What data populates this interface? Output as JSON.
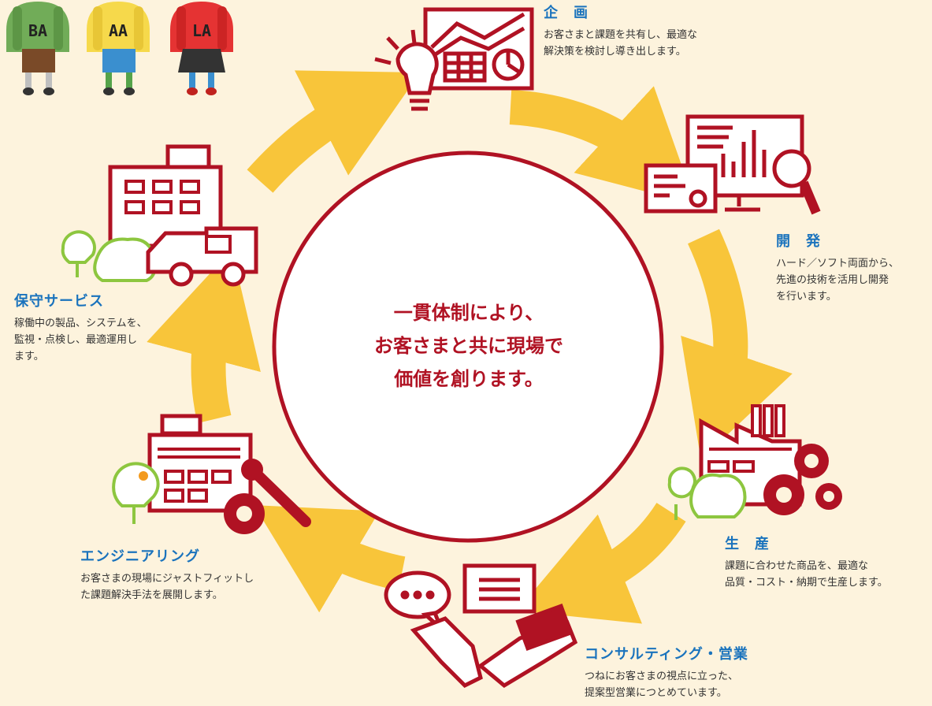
{
  "center_message": {
    "line1": "一貫体制により、",
    "line2": "お客さまと共に現場で",
    "line3": "価値を創ります。"
  },
  "stages": {
    "planning": {
      "title": "企　画",
      "desc1": "お客さまと課題を共有し、最適な",
      "desc2": "解決策を検討し導き出します。",
      "desc3": ""
    },
    "development": {
      "title": "開　発",
      "desc1": "ハード／ソフト両面から、",
      "desc2": "先進の技術を活用し開発",
      "desc3": "を行います。"
    },
    "production": {
      "title": "生　産",
      "desc1": "課題に合わせた商品を、最適な",
      "desc2": "品質・コスト・納期で生産します。",
      "desc3": ""
    },
    "consulting": {
      "title": "コンサルティング・営業",
      "desc1": "つねにお客さまの視点に立った、",
      "desc2": "提案型営業につとめています。",
      "desc3": ""
    },
    "engineering": {
      "title": "エンジニアリング",
      "desc1": "お客さまの現場にジャストフィットし",
      "desc2": "た課題解決手法を展開します。",
      "desc3": ""
    },
    "maintenance": {
      "title": "保守サービス",
      "desc1": "稼働中の製品、システムを、",
      "desc2": "監視・点検し、最適運用し",
      "desc3": "ます。"
    }
  },
  "kids": [
    "BA",
    "AA",
    "LA"
  ],
  "colors": {
    "background": "#fdf3dd",
    "arrow": "#f8c53a",
    "brand_red": "#b01223",
    "title_blue": "#1a73bd",
    "tree_green": "#8dc63f"
  }
}
